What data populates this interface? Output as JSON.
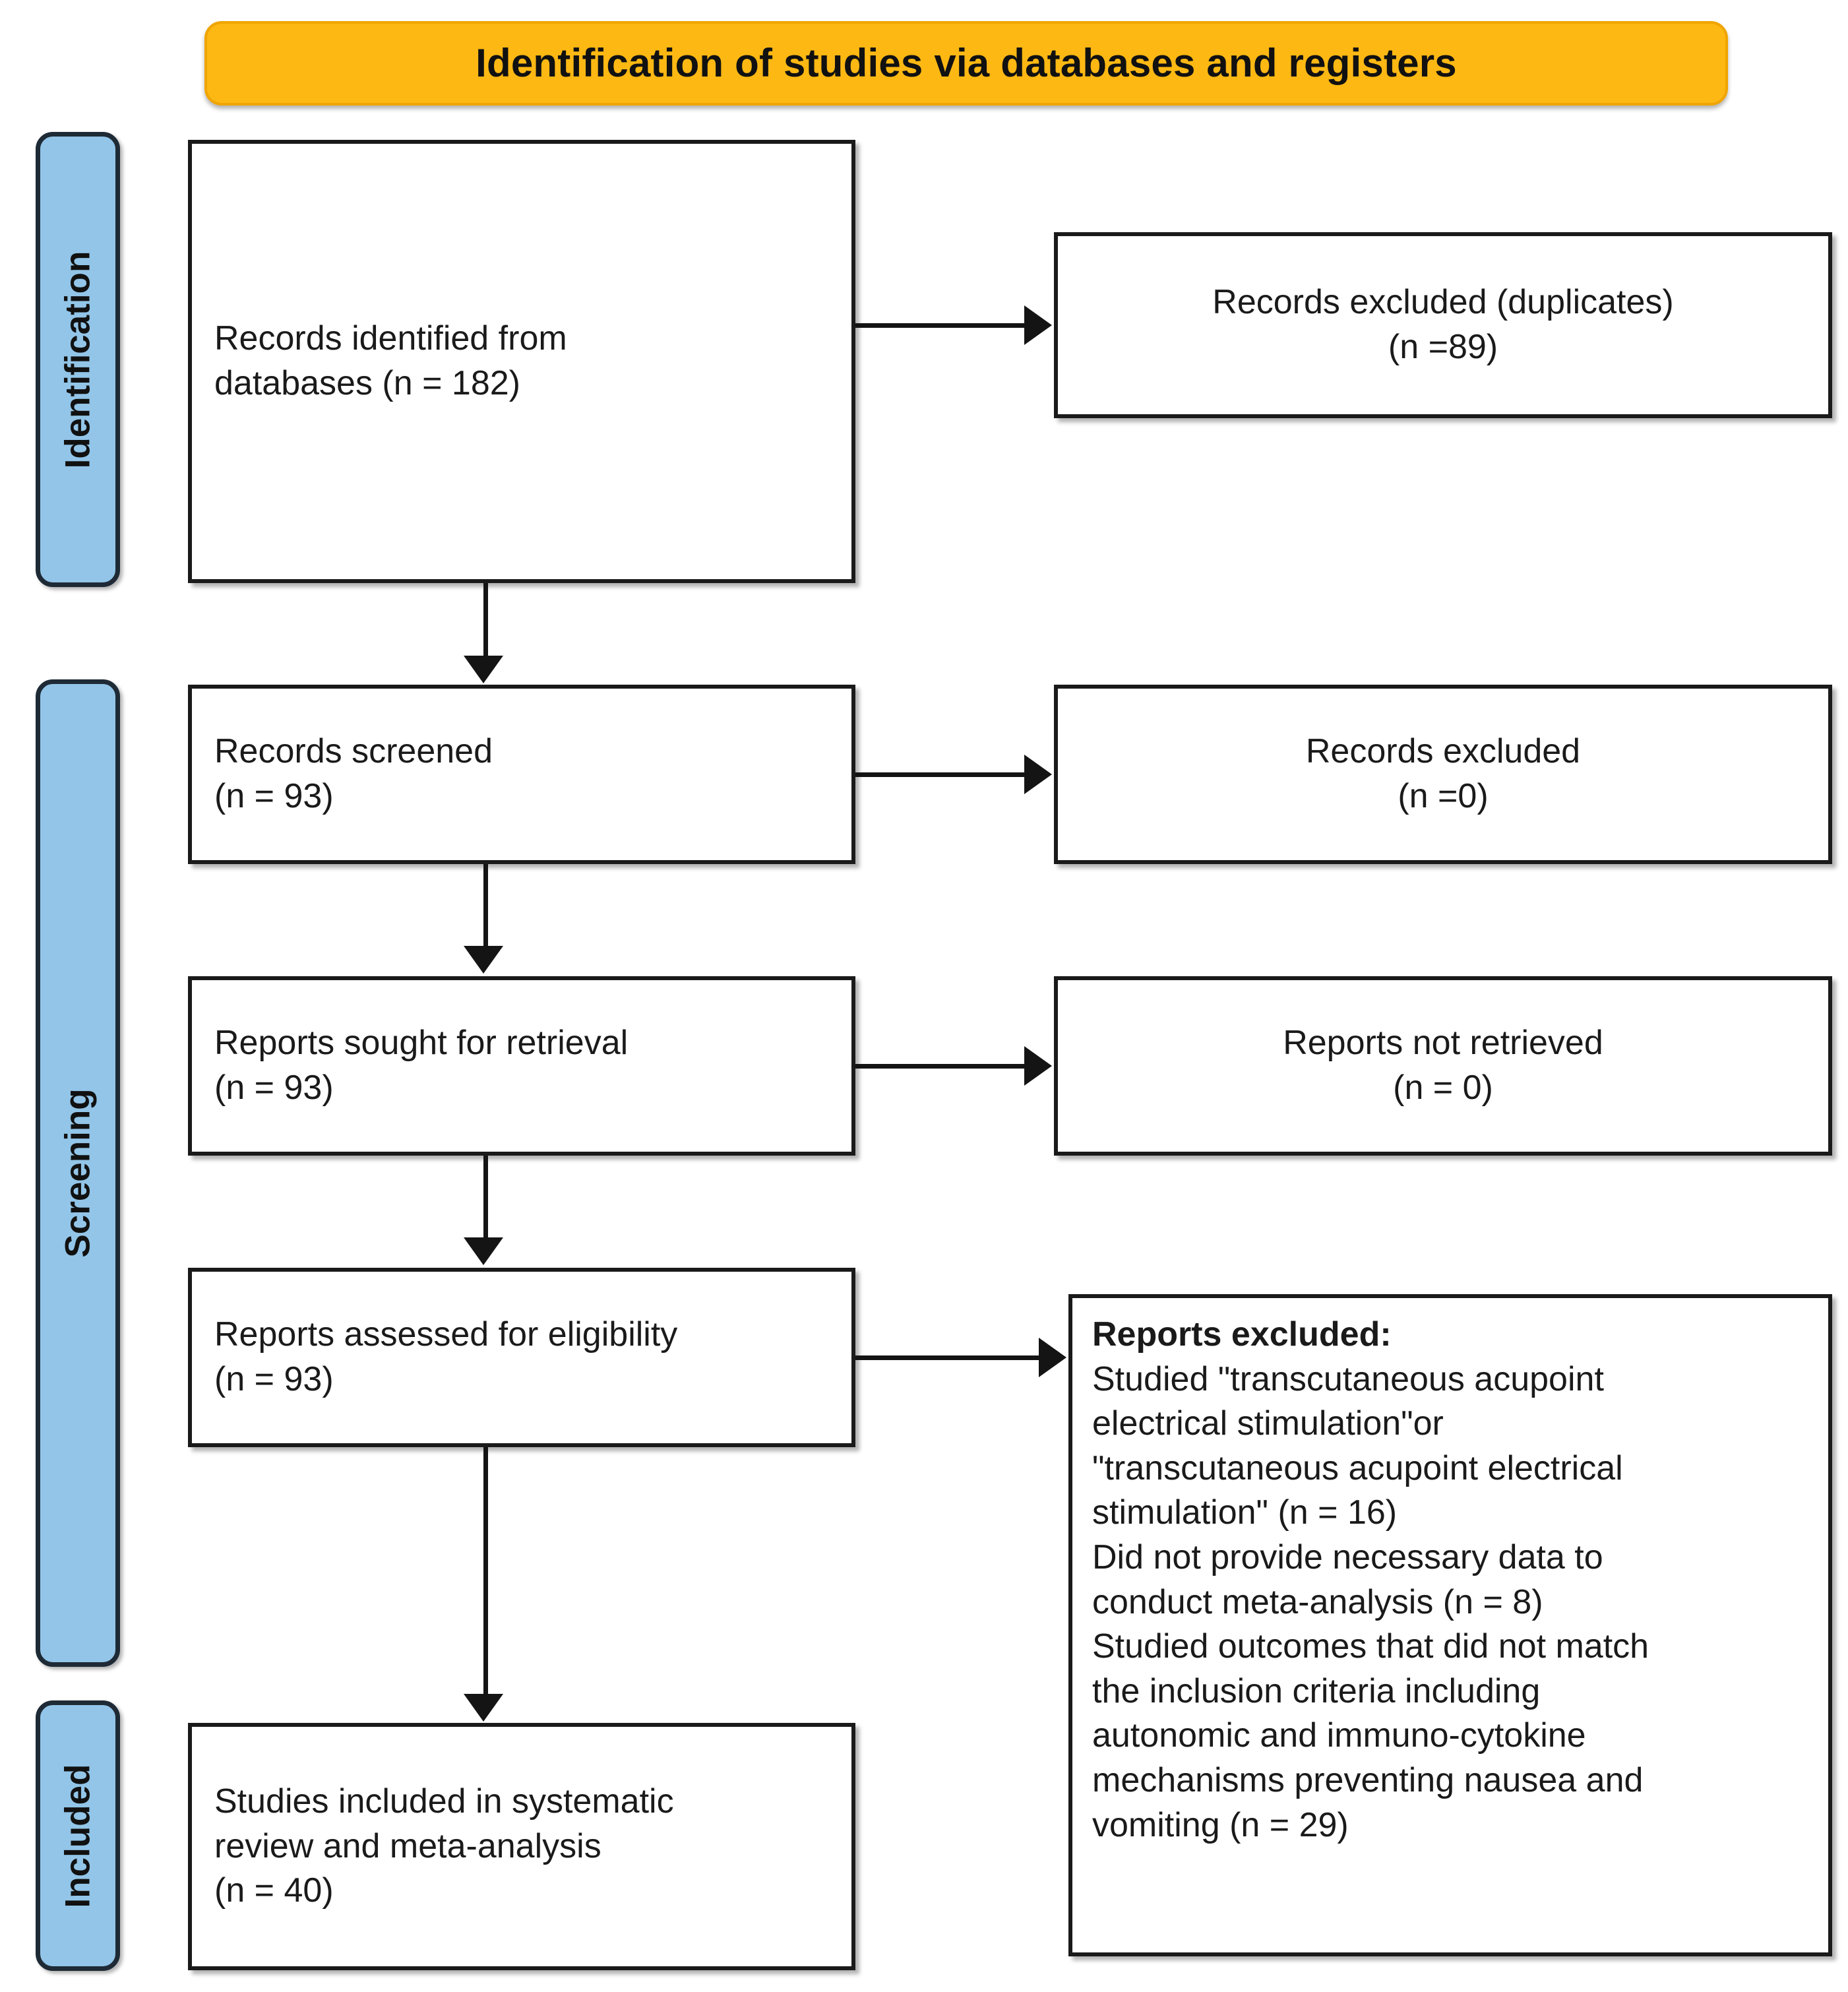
{
  "diagram": {
    "title": "Identification of studies via databases and registers",
    "stages": [
      {
        "id": "identification",
        "label": "Identification"
      },
      {
        "id": "screening",
        "label": "Screening"
      },
      {
        "id": "included",
        "label": "Included"
      }
    ],
    "boxes": {
      "identified": {
        "text": "Records identified from\ndatabases (n = 182)",
        "count": 182
      },
      "excluded_duplicates": {
        "text": "Records excluded (duplicates)\n(n =89)",
        "count": 89
      },
      "screened": {
        "text": "Records screened\n(n = 93)",
        "count": 93
      },
      "excluded_screened": {
        "text": "Records excluded\n(n =0)",
        "count": 0
      },
      "sought": {
        "text": "Reports sought for retrieval\n(n = 93)",
        "count": 93
      },
      "not_retrieved": {
        "text": "Reports not retrieved\n(n = 0)",
        "count": 0
      },
      "assessed": {
        "text": "Reports assessed for eligibility\n(n = 93)",
        "count": 93
      },
      "excluded_reasons": {
        "title": "Reports excluded:",
        "body": "Studied \"transcutaneous acupoint\nelectrical stimulation\"or\n\"transcutaneous acupoint electrical\nstimulation\" (n = 16)\nDid not provide necessary data to\nconduct meta-analysis (n = 8)\nStudied outcomes that did not match\nthe inclusion criteria including\nautonomic and immuno-cytokine\nmechanisms preventing nausea and\nvomiting (n = 29)",
        "reasons": [
          {
            "text": "Studied \"transcutaneous acupoint electrical stimulation\"or \"transcutaneous acupoint electrical stimulation\"",
            "count": 16
          },
          {
            "text": "Did not provide necessary data to conduct meta-analysis",
            "count": 8
          },
          {
            "text": "Studied outcomes that did not match the inclusion criteria including autonomic and immuno-cytokine mechanisms preventing nausea and vomiting",
            "count": 29
          }
        ]
      },
      "included": {
        "text": "Studies included in systematic\nreview and meta-analysis\n(n = 40)",
        "count": 40
      }
    },
    "colors": {
      "banner_fill": "#FDB813",
      "banner_border": "#F0A500",
      "stage_fill": "#92C5E8",
      "stage_border": "#1E2A35",
      "box_border": "#1A1A1A",
      "connector": "#141414",
      "text": "#1A1A1A",
      "page_background": "#FFFFFF"
    }
  }
}
